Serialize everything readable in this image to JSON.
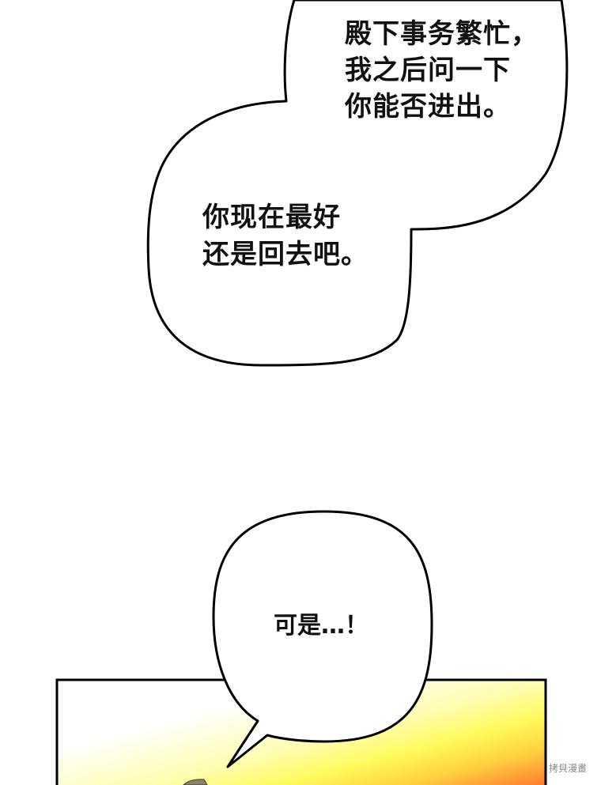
{
  "page": {
    "type": "comic-panel",
    "background": "#ffffff"
  },
  "bubbles": [
    {
      "id": "upper-right",
      "lines": [
        "殿下事务繁忙，",
        "我之后问一下",
        "你能否进出。"
      ],
      "text": "殿下事务繁忙，\n我之后问一下\n你能否进出。"
    },
    {
      "id": "lower-left",
      "lines": [
        "你现在最好",
        "还是回去吧。"
      ],
      "text": "你现在最好\n还是回去吧。"
    },
    {
      "id": "bottom",
      "lines": [
        "可是…！"
      ],
      "text": "可是…！"
    }
  ],
  "panel": {
    "gradient_colors": [
      "#ffffff",
      "#fffb6a",
      "#ffc93c",
      "#ff7a2a"
    ],
    "border_color": "#000000"
  },
  "watermark": {
    "text": "拷貝漫畫"
  }
}
